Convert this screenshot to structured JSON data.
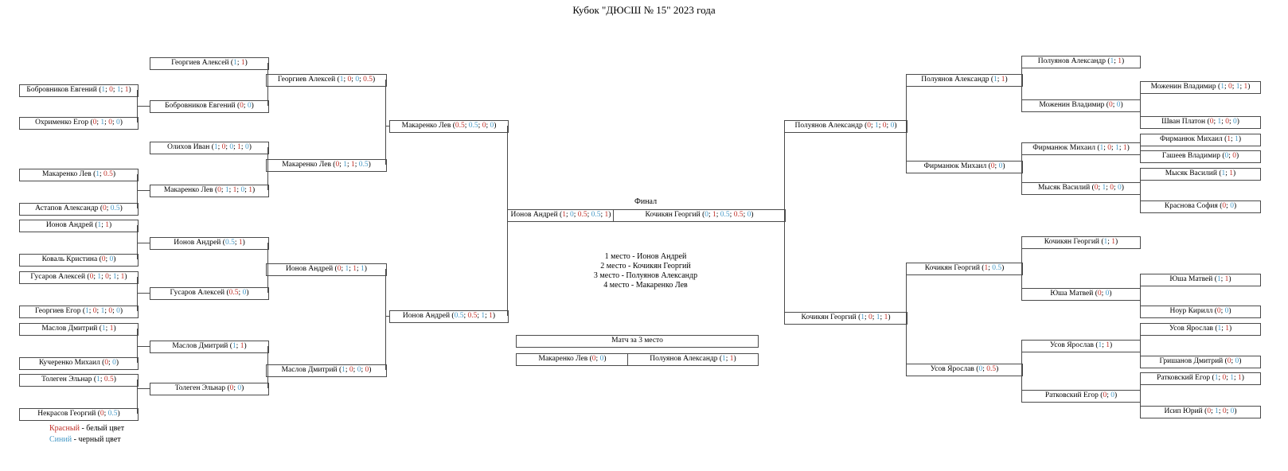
{
  "title": "Кубок \"ДЮСШ № 15\" 2023 года",
  "palette": {
    "red": "#c03028",
    "blue": "#4699c6",
    "line": "#4a4a4a"
  },
  "final": {
    "header": "Финал"
  },
  "third": {
    "header": "Матч за 3 место"
  },
  "standings": [
    "1 место - Ионов Андрей",
    "2 место - Кочикян Георгий",
    "3 место - Полуянов Александр",
    "4 место - Макаренко Лев"
  ],
  "legend": [
    {
      "term": "Красный",
      "color": "red",
      "rest": " - белый цвет"
    },
    {
      "term": "Синий",
      "color": "blue",
      "rest": " - черный цвет"
    }
  ],
  "boxes": [
    {
      "name": "Бобровников Евгений",
      "scores": [
        [
          "1",
          "b"
        ],
        [
          "0",
          "r"
        ],
        [
          "1",
          "b"
        ],
        [
          "1",
          "r"
        ]
      ]
    },
    {
      "name": "Охрименко Егор",
      "scores": [
        [
          "0",
          "r"
        ],
        [
          "1",
          "b"
        ],
        [
          "0",
          "r"
        ],
        [
          "0",
          "b"
        ]
      ]
    },
    {
      "name": "Макаренко Лев",
      "scores": [
        [
          "1",
          "b"
        ],
        [
          "0.5",
          "r"
        ]
      ]
    },
    {
      "name": "Астапов Александр",
      "scores": [
        [
          "0",
          "r"
        ],
        [
          "0.5",
          "b"
        ]
      ]
    },
    {
      "name": "Ионов Андрей",
      "scores": [
        [
          "1",
          "b"
        ],
        [
          "1",
          "r"
        ]
      ]
    },
    {
      "name": "Коваль Кристина",
      "scores": [
        [
          "0",
          "r"
        ],
        [
          "0",
          "b"
        ]
      ]
    },
    {
      "name": "Гусаров Алексей",
      "scores": [
        [
          "0",
          "r"
        ],
        [
          "1",
          "b"
        ],
        [
          "0",
          "r"
        ],
        [
          "1",
          "b"
        ],
        [
          "1",
          "r"
        ]
      ]
    },
    {
      "name": "Георгиев Егор",
      "scores": [
        [
          "1",
          "b"
        ],
        [
          "0",
          "r"
        ],
        [
          "1",
          "b"
        ],
        [
          "0",
          "r"
        ],
        [
          "0",
          "b"
        ]
      ]
    },
    {
      "name": "Маслов Дмитрий",
      "scores": [
        [
          "1",
          "b"
        ],
        [
          "1",
          "r"
        ]
      ]
    },
    {
      "name": "Кучеренко Михаил",
      "scores": [
        [
          "0",
          "r"
        ],
        [
          "0",
          "b"
        ]
      ]
    },
    {
      "name": "Толеген Эльнар",
      "scores": [
        [
          "1",
          "b"
        ],
        [
          "0.5",
          "r"
        ]
      ]
    },
    {
      "name": "Некрасов Георгий",
      "scores": [
        [
          "0",
          "r"
        ],
        [
          "0.5",
          "b"
        ]
      ]
    },
    {
      "name": "Георгиев Алексей",
      "scores": [
        [
          "1",
          "b"
        ],
        [
          "1",
          "r"
        ]
      ]
    },
    {
      "name": "Бобровников Евгений",
      "scores": [
        [
          "0",
          "r"
        ],
        [
          "0",
          "b"
        ]
      ]
    },
    {
      "name": "Олихов Иван",
      "scores": [
        [
          "1",
          "b"
        ],
        [
          "0",
          "r"
        ],
        [
          "0",
          "b"
        ],
        [
          "1",
          "r"
        ],
        [
          "0",
          "b"
        ]
      ]
    },
    {
      "name": "Макаренко Лев",
      "scores": [
        [
          "0",
          "r"
        ],
        [
          "1",
          "b"
        ],
        [
          "1",
          "r"
        ],
        [
          "0",
          "b"
        ],
        [
          "1",
          "r"
        ]
      ]
    },
    {
      "name": "Ионов Андрей",
      "scores": [
        [
          "0.5",
          "b"
        ],
        [
          "1",
          "r"
        ]
      ]
    },
    {
      "name": "Гусаров Алексей",
      "scores": [
        [
          "0.5",
          "r"
        ],
        [
          "0",
          "b"
        ]
      ]
    },
    {
      "name": "Маслов Дмитрий",
      "scores": [
        [
          "1",
          "b"
        ],
        [
          "1",
          "r"
        ]
      ]
    },
    {
      "name": "Толеген Эльнар",
      "scores": [
        [
          "0",
          "r"
        ],
        [
          "0",
          "b"
        ]
      ]
    },
    {
      "name": "Георгиев Алексей",
      "scores": [
        [
          "1",
          "b"
        ],
        [
          "0",
          "r"
        ],
        [
          "0",
          "b"
        ],
        [
          "0.5",
          "r"
        ]
      ]
    },
    {
      "name": "Макаренко Лев",
      "scores": [
        [
          "0",
          "r"
        ],
        [
          "1",
          "b"
        ],
        [
          "1",
          "r"
        ],
        [
          "0.5",
          "b"
        ]
      ]
    },
    {
      "name": "Ионов Андрей",
      "scores": [
        [
          "0",
          "r"
        ],
        [
          "1",
          "b"
        ],
        [
          "1",
          "r"
        ],
        [
          "1",
          "b"
        ]
      ]
    },
    {
      "name": "Маслов Дмитрий",
      "scores": [
        [
          "1",
          "b"
        ],
        [
          "0",
          "r"
        ],
        [
          "0",
          "b"
        ],
        [
          "0",
          "r"
        ]
      ]
    },
    {
      "name": "Макаренко Лев",
      "scores": [
        [
          "0.5",
          "r"
        ],
        [
          "0.5",
          "b"
        ],
        [
          "0",
          "r"
        ],
        [
          "0",
          "b"
        ]
      ]
    },
    {
      "name": "Ионов Андрей",
      "scores": [
        [
          "0.5",
          "b"
        ],
        [
          "0.5",
          "r"
        ],
        [
          "1",
          "b"
        ],
        [
          "1",
          "r"
        ]
      ]
    },
    {
      "name": "Полуянов Александр",
      "scores": [
        [
          "0",
          "r"
        ],
        [
          "1",
          "b"
        ],
        [
          "0",
          "r"
        ],
        [
          "0",
          "b"
        ]
      ]
    },
    {
      "name": "Кочикян Георгий",
      "scores": [
        [
          "1",
          "b"
        ],
        [
          "0",
          "r"
        ],
        [
          "1",
          "b"
        ],
        [
          "1",
          "r"
        ]
      ]
    },
    {
      "name": "Полуянов Александр",
      "scores": [
        [
          "1",
          "b"
        ],
        [
          "1",
          "r"
        ]
      ]
    },
    {
      "name": "Фирманюк Михаил",
      "scores": [
        [
          "0",
          "r"
        ],
        [
          "0",
          "b"
        ]
      ]
    },
    {
      "name": "Кочикян Георгий",
      "scores": [
        [
          "1",
          "r"
        ],
        [
          "0.5",
          "b"
        ]
      ]
    },
    {
      "name": "Усов Ярослав",
      "scores": [
        [
          "0",
          "b"
        ],
        [
          "0.5",
          "r"
        ]
      ]
    },
    {
      "name": "Полуянов Александр",
      "scores": [
        [
          "1",
          "b"
        ],
        [
          "1",
          "r"
        ]
      ]
    },
    {
      "name": "Моженин Владимир",
      "scores": [
        [
          "0",
          "r"
        ],
        [
          "0",
          "b"
        ]
      ]
    },
    {
      "name": "Фирманюк Михаил",
      "scores": [
        [
          "1",
          "b"
        ],
        [
          "0",
          "r"
        ],
        [
          "1",
          "b"
        ],
        [
          "1",
          "r"
        ]
      ]
    },
    {
      "name": "Мысяк Василий",
      "scores": [
        [
          "0",
          "r"
        ],
        [
          "1",
          "b"
        ],
        [
          "0",
          "r"
        ],
        [
          "0",
          "b"
        ]
      ]
    },
    {
      "name": "Кочикян Георгий",
      "scores": [
        [
          "1",
          "b"
        ],
        [
          "1",
          "r"
        ]
      ]
    },
    {
      "name": "Юша Матвей",
      "scores": [
        [
          "0",
          "r"
        ],
        [
          "0",
          "b"
        ]
      ]
    },
    {
      "name": "Усов Ярослав",
      "scores": [
        [
          "1",
          "b"
        ],
        [
          "1",
          "r"
        ]
      ]
    },
    {
      "name": "Ратковский Егор",
      "scores": [
        [
          "0",
          "r"
        ],
        [
          "0",
          "b"
        ]
      ]
    },
    {
      "name": "Моженин Владимир",
      "scores": [
        [
          "1",
          "b"
        ],
        [
          "0",
          "r"
        ],
        [
          "1",
          "b"
        ],
        [
          "1",
          "r"
        ]
      ]
    },
    {
      "name": "Шван Платон",
      "scores": [
        [
          "0",
          "r"
        ],
        [
          "1",
          "b"
        ],
        [
          "0",
          "r"
        ],
        [
          "0",
          "b"
        ]
      ]
    },
    {
      "name": "Фирманюк Михаил",
      "scores": [
        [
          "1",
          "r"
        ],
        [
          "1",
          "b"
        ]
      ]
    },
    {
      "name": "Гашеев Владимир",
      "scores": [
        [
          "0",
          "b"
        ],
        [
          "0",
          "r"
        ]
      ]
    },
    {
      "name": "Мысяк Василий",
      "scores": [
        [
          "1",
          "b"
        ],
        [
          "1",
          "r"
        ]
      ]
    },
    {
      "name": "Краснова София",
      "scores": [
        [
          "0",
          "r"
        ],
        [
          "0",
          "b"
        ]
      ]
    },
    {
      "name": "Юша Матвей",
      "scores": [
        [
          "1",
          "b"
        ],
        [
          "1",
          "r"
        ]
      ]
    },
    {
      "name": "Ноур Кирилл",
      "scores": [
        [
          "0",
          "r"
        ],
        [
          "0",
          "b"
        ]
      ]
    },
    {
      "name": "Усов Ярослав",
      "scores": [
        [
          "1",
          "b"
        ],
        [
          "1",
          "r"
        ]
      ]
    },
    {
      "name": "Гришанов Дмитрий",
      "scores": [
        [
          "0",
          "r"
        ],
        [
          "0",
          "b"
        ]
      ]
    },
    {
      "name": "Ратковский Егор",
      "scores": [
        [
          "1",
          "b"
        ],
        [
          "0",
          "r"
        ],
        [
          "1",
          "b"
        ],
        [
          "1",
          "r"
        ]
      ]
    },
    {
      "name": "Исип Юрий",
      "scores": [
        [
          "0",
          "r"
        ],
        [
          "1",
          "b"
        ],
        [
          "0",
          "r"
        ],
        [
          "0",
          "b"
        ]
      ]
    },
    {
      "name": "Ионов Андрей",
      "scores": [
        [
          "1",
          "r"
        ],
        [
          "0",
          "b"
        ],
        [
          "0.5",
          "r"
        ],
        [
          "0.5",
          "b"
        ],
        [
          "1",
          "r"
        ]
      ]
    },
    {
      "name": "Кочикян Георгий",
      "scores": [
        [
          "0",
          "b"
        ],
        [
          "1",
          "r"
        ],
        [
          "0.5",
          "b"
        ],
        [
          "0.5",
          "r"
        ],
        [
          "0",
          "b"
        ]
      ]
    },
    {
      "name": "Макаренко Лев",
      "scores": [
        [
          "0",
          "r"
        ],
        [
          "0",
          "b"
        ]
      ]
    },
    {
      "name": "Полуянов Александр",
      "scores": [
        [
          "1",
          "b"
        ],
        [
          "1",
          "r"
        ]
      ]
    }
  ],
  "chart_data": {
    "type": "table",
    "title": "Кубок \"ДЮСШ № 15\" 2023 года",
    "description": "Сетка турнира на выбывание (плей-офф) с финалом, матчем за 3 место и итоговыми местами",
    "final": {
      "players": [
        "Ионов Андрей",
        "Кочикян Георгий"
      ],
      "scores": [
        [
          1,
          0,
          0.5,
          0.5,
          1
        ],
        [
          0,
          1,
          0.5,
          0.5,
          0
        ]
      ]
    },
    "third_place_match": {
      "players": [
        "Макаренко Лев",
        "Полуянов Александр"
      ],
      "scores": [
        [
          0,
          0
        ],
        [
          1,
          1
        ]
      ]
    },
    "standings": [
      "Ионов Андрей",
      "Кочикян Георгий",
      "Полуянов Александр",
      "Макаренко Лев"
    ],
    "legend": {
      "red": "белый цвет",
      "blue": "черный цвет"
    }
  }
}
